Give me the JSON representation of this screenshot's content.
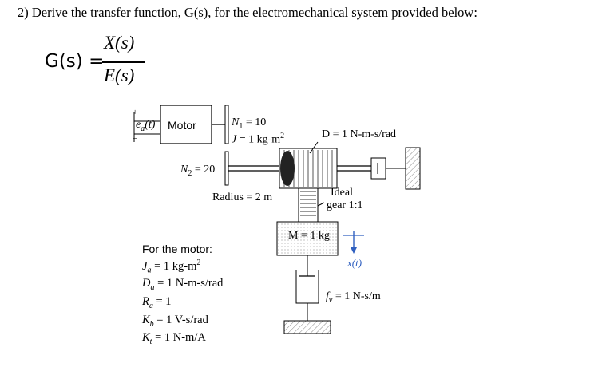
{
  "problem": {
    "number": "2)",
    "text": "Derive the transfer function, G(s), for the electromechanical system provided below:"
  },
  "equation": {
    "lhs": "G(s) =",
    "numerator": "X(s)",
    "denominator": "E(s)"
  },
  "diagram": {
    "ea_label": "e",
    "ea_sub": "a",
    "ea_arg": "(t)",
    "plus": "+",
    "minus": "−",
    "motor_label": "Motor",
    "n1": "N",
    "n1_sub": "1",
    "n1_val": " = 10",
    "j": "J",
    "j_val": " = 1 kg-m",
    "j_exp": "2",
    "n2": "N",
    "n2_sub": "2",
    "n2_val": " = 20",
    "d_label": "D = 1 N-m-s/rad",
    "radius_label": "Radius = 2 m",
    "ideal_gear_1": "Ideal",
    "ideal_gear_2": "gear 1:1",
    "mass_label": "M = 1 kg",
    "x_label": "x(t)",
    "fv": "f",
    "fv_sub": "v",
    "fv_val": " = 1 N-s/m"
  },
  "motor_specs": {
    "header": "For the motor:",
    "lines": [
      {
        "sym": "J",
        "sub": "a",
        "val": " = 1 kg-m",
        "sup": "2"
      },
      {
        "sym": "D",
        "sub": "a",
        "val": " = 1 N-m-s/rad",
        "sup": ""
      },
      {
        "sym": "R",
        "sub": "a",
        "val": " = 1",
        "sup": ""
      },
      {
        "sym": "K",
        "sub": "b",
        "val": " = 1 V-s/rad",
        "sup": ""
      },
      {
        "sym": "K",
        "sub": "t",
        "val": " = 1 N-m/A",
        "sup": ""
      }
    ]
  }
}
